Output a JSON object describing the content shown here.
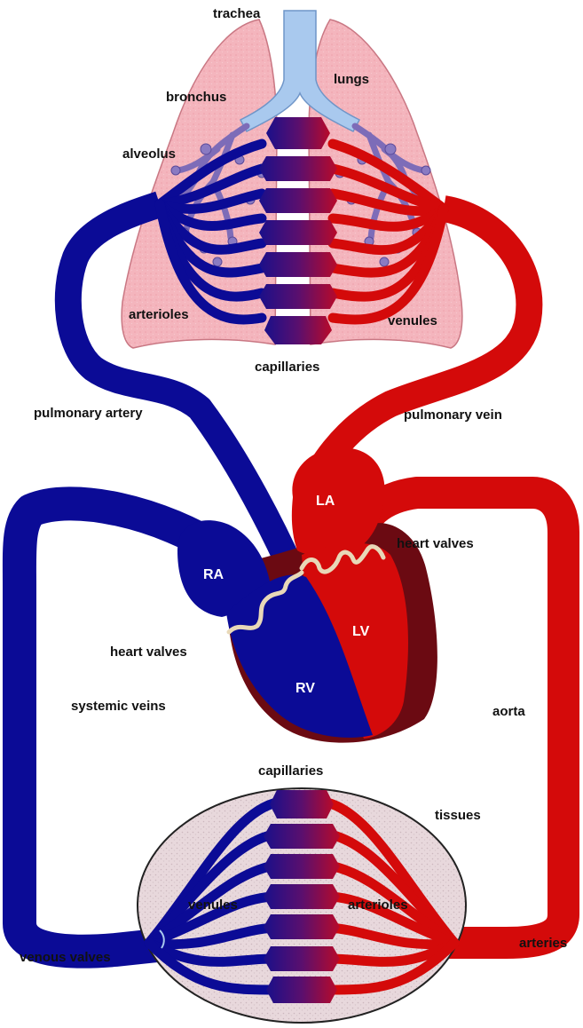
{
  "colors": {
    "oxygen_poor": "#0b0b96",
    "oxygen_rich": "#d40a0a",
    "heart_wall": "#6b0a12",
    "lung_tissue": "#f4b5bd",
    "airway": "#a9c9ee",
    "alveoli": "#8a7ac2",
    "body_tissue": "#e8d8dc",
    "valve": "#e8d8b8",
    "capillary_mid": "#5a0f6e"
  },
  "labels": {
    "trachea": "trachea",
    "lungs": "lungs",
    "bronchus": "bronchus",
    "alveolus": "alveolus",
    "pulmonary_arterioles": "arterioles",
    "pulmonary_venules": "venules",
    "pulmonary_capillaries": "capillaries",
    "pulmonary_artery": "pulmonary artery",
    "pulmonary_vein": "pulmonary vein",
    "la": "LA",
    "ra": "RA",
    "lv": "LV",
    "rv": "RV",
    "heart_valves_upper": "heart valves",
    "heart_valves_lower": "heart valves",
    "systemic_veins": "systemic veins",
    "aorta": "aorta",
    "systemic_capillaries": "capillaries",
    "tissues": "tissues",
    "systemic_venules": "venules",
    "systemic_arterioles": "arterioles",
    "venous_valves": "venous valves",
    "arteries": "arteries"
  },
  "icons": [
    "lungs-shape",
    "heart-shape",
    "tissue-oval"
  ]
}
